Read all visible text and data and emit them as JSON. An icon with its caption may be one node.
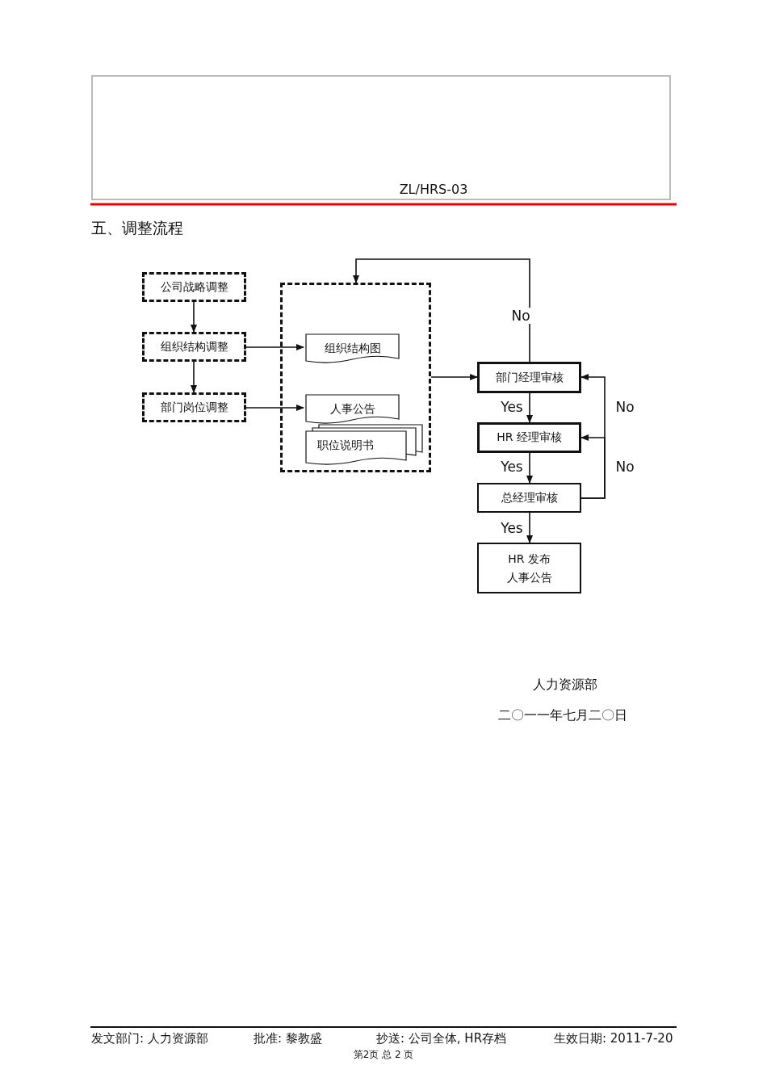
{
  "diagram": {
    "nodes": [
      {
        "text": [
          "公司战略调整"
        ]
      },
      {
        "text": [
          "组织结构调整"
        ]
      },
      {
        "text": [
          "部门岗位调整"
        ]
      },
      {
        "text": [],
        "shape": "box"
      },
      {
        "text": [
          "组织结构图"
        ],
        "in": 3
      },
      {
        "text": [
          "人事公告"
        ],
        "in": 3
      },
      {
        "text": [
          "职位说明书"
        ],
        "in": 3
      },
      {
        "text": [
          "部门经理审核"
        ]
      },
      {
        "text": [
          "HR 经理审核"
        ]
      },
      {
        "text": [
          "总经理审核"
        ]
      },
      {
        "text": [
          "HR 发布人事公告"
        ]
      }
    ],
    "edges": [
      {
        "from": 0,
        "to": 1,
        "arrow": "to"
      },
      {
        "from": 1,
        "to": 2,
        "arrow": "to"
      },
      {
        "from": 1,
        "to": 4,
        "arrow": "to"
      },
      {
        "from": 2,
        "to": 5,
        "arrow": "to"
      },
      {
        "from": 3,
        "to": 7,
        "arrow": "to"
      },
      {
        "from": 7,
        "to": 8,
        "arrow": "to",
        "label": "Yes"
      },
      {
        "from": 8,
        "to": 9,
        "arrow": "to",
        "label": "Yes"
      },
      {
        "from": 9,
        "to": 10,
        "arrow": "to",
        "label": "Yes"
      },
      {
        "from": 7,
        "to": 3,
        "arrow": "to",
        "label": "No"
      },
      {
        "from": 9,
        "to": 8,
        "arrow": "to",
        "label": "No"
      },
      {
        "from": 9,
        "to": 7,
        "arrow": "to",
        "label": "No"
      }
    ],
    "labels": [
      "ZL/HRS-03",
      "五、调整流程",
      "人力资源部",
      "二〇一一年七月二〇日",
      "发文部门: 人力资源部",
      "批准: 黎教盛",
      "抄送: 公司全体, HR存档",
      "生效日期: 2011-7-20",
      "第2页 总 2 页"
    ]
  }
}
